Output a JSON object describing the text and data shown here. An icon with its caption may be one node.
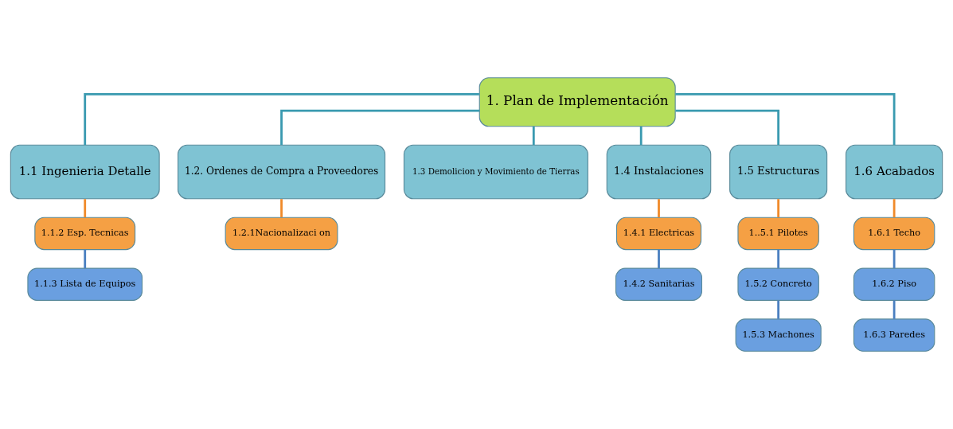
{
  "diagram": {
    "nodes": [
      {
        "text": [
          "1. Plan de Implementación"
        ]
      },
      {
        "text": [
          "1.1 Ingenieria Detalle"
        ]
      },
      {
        "text": [
          "1.2. Ordenes de Compra a Proveedores"
        ]
      },
      {
        "text": [
          "1.3 Demolicion y Movimiento de Tierras"
        ]
      },
      {
        "text": [
          "1.4 Instalaciones"
        ]
      },
      {
        "text": [
          "1.5 Estructuras"
        ]
      },
      {
        "text": [
          "1.6 Acabados"
        ]
      },
      {
        "text": [
          "1.1.2 Esp. Tecnicas"
        ]
      },
      {
        "text": [
          "1.1.3 Lista de Equipos"
        ]
      },
      {
        "text": [
          "1.2.1Nacionalizaci on"
        ]
      },
      {
        "text": [
          "1.4.1 Electricas"
        ]
      },
      {
        "text": [
          "1.4.2 Sanitarias"
        ]
      },
      {
        "text": [
          "1..5.1 Pilotes"
        ]
      },
      {
        "text": [
          "1.5.2 Concreto"
        ]
      },
      {
        "text": [
          "1.5.3 Machones"
        ]
      },
      {
        "text": [
          "1.6.1 Techo"
        ]
      },
      {
        "text": [
          "1.6.2 Piso"
        ]
      },
      {
        "text": [
          "1.6.3 Paredes"
        ]
      }
    ],
    "edges": [
      {
        "from": 0,
        "to": 1,
        "arrow": "none"
      },
      {
        "from": 0,
        "to": 2,
        "arrow": "none"
      },
      {
        "from": 0,
        "to": 3,
        "arrow": "none"
      },
      {
        "from": 0,
        "to": 4,
        "arrow": "none"
      },
      {
        "from": 0,
        "to": 5,
        "arrow": "none"
      },
      {
        "from": 0,
        "to": 6,
        "arrow": "none"
      },
      {
        "from": 1,
        "to": 7,
        "arrow": "none",
        "color": "#f08a2a"
      },
      {
        "from": 7,
        "to": 8,
        "arrow": "none",
        "color": "#4a7fc0"
      },
      {
        "from": 2,
        "to": 9,
        "arrow": "none",
        "color": "#f08a2a"
      },
      {
        "from": 4,
        "to": 10,
        "arrow": "none",
        "color": "#f08a2a"
      },
      {
        "from": 10,
        "to": 11,
        "arrow": "none",
        "color": "#4a7fc0"
      },
      {
        "from": 5,
        "to": 12,
        "arrow": "none",
        "color": "#f08a2a"
      },
      {
        "from": 12,
        "to": 13,
        "arrow": "none",
        "color": "#4a7fc0"
      },
      {
        "from": 13,
        "to": 14,
        "arrow": "none",
        "color": "#4a7fc0"
      },
      {
        "from": 6,
        "to": 15,
        "arrow": "none",
        "color": "#f08a2a"
      },
      {
        "from": 15,
        "to": 16,
        "arrow": "none",
        "color": "#4a7fc0"
      },
      {
        "from": 16,
        "to": 17,
        "arrow": "none",
        "color": "#4a7fc0"
      }
    ]
  }
}
